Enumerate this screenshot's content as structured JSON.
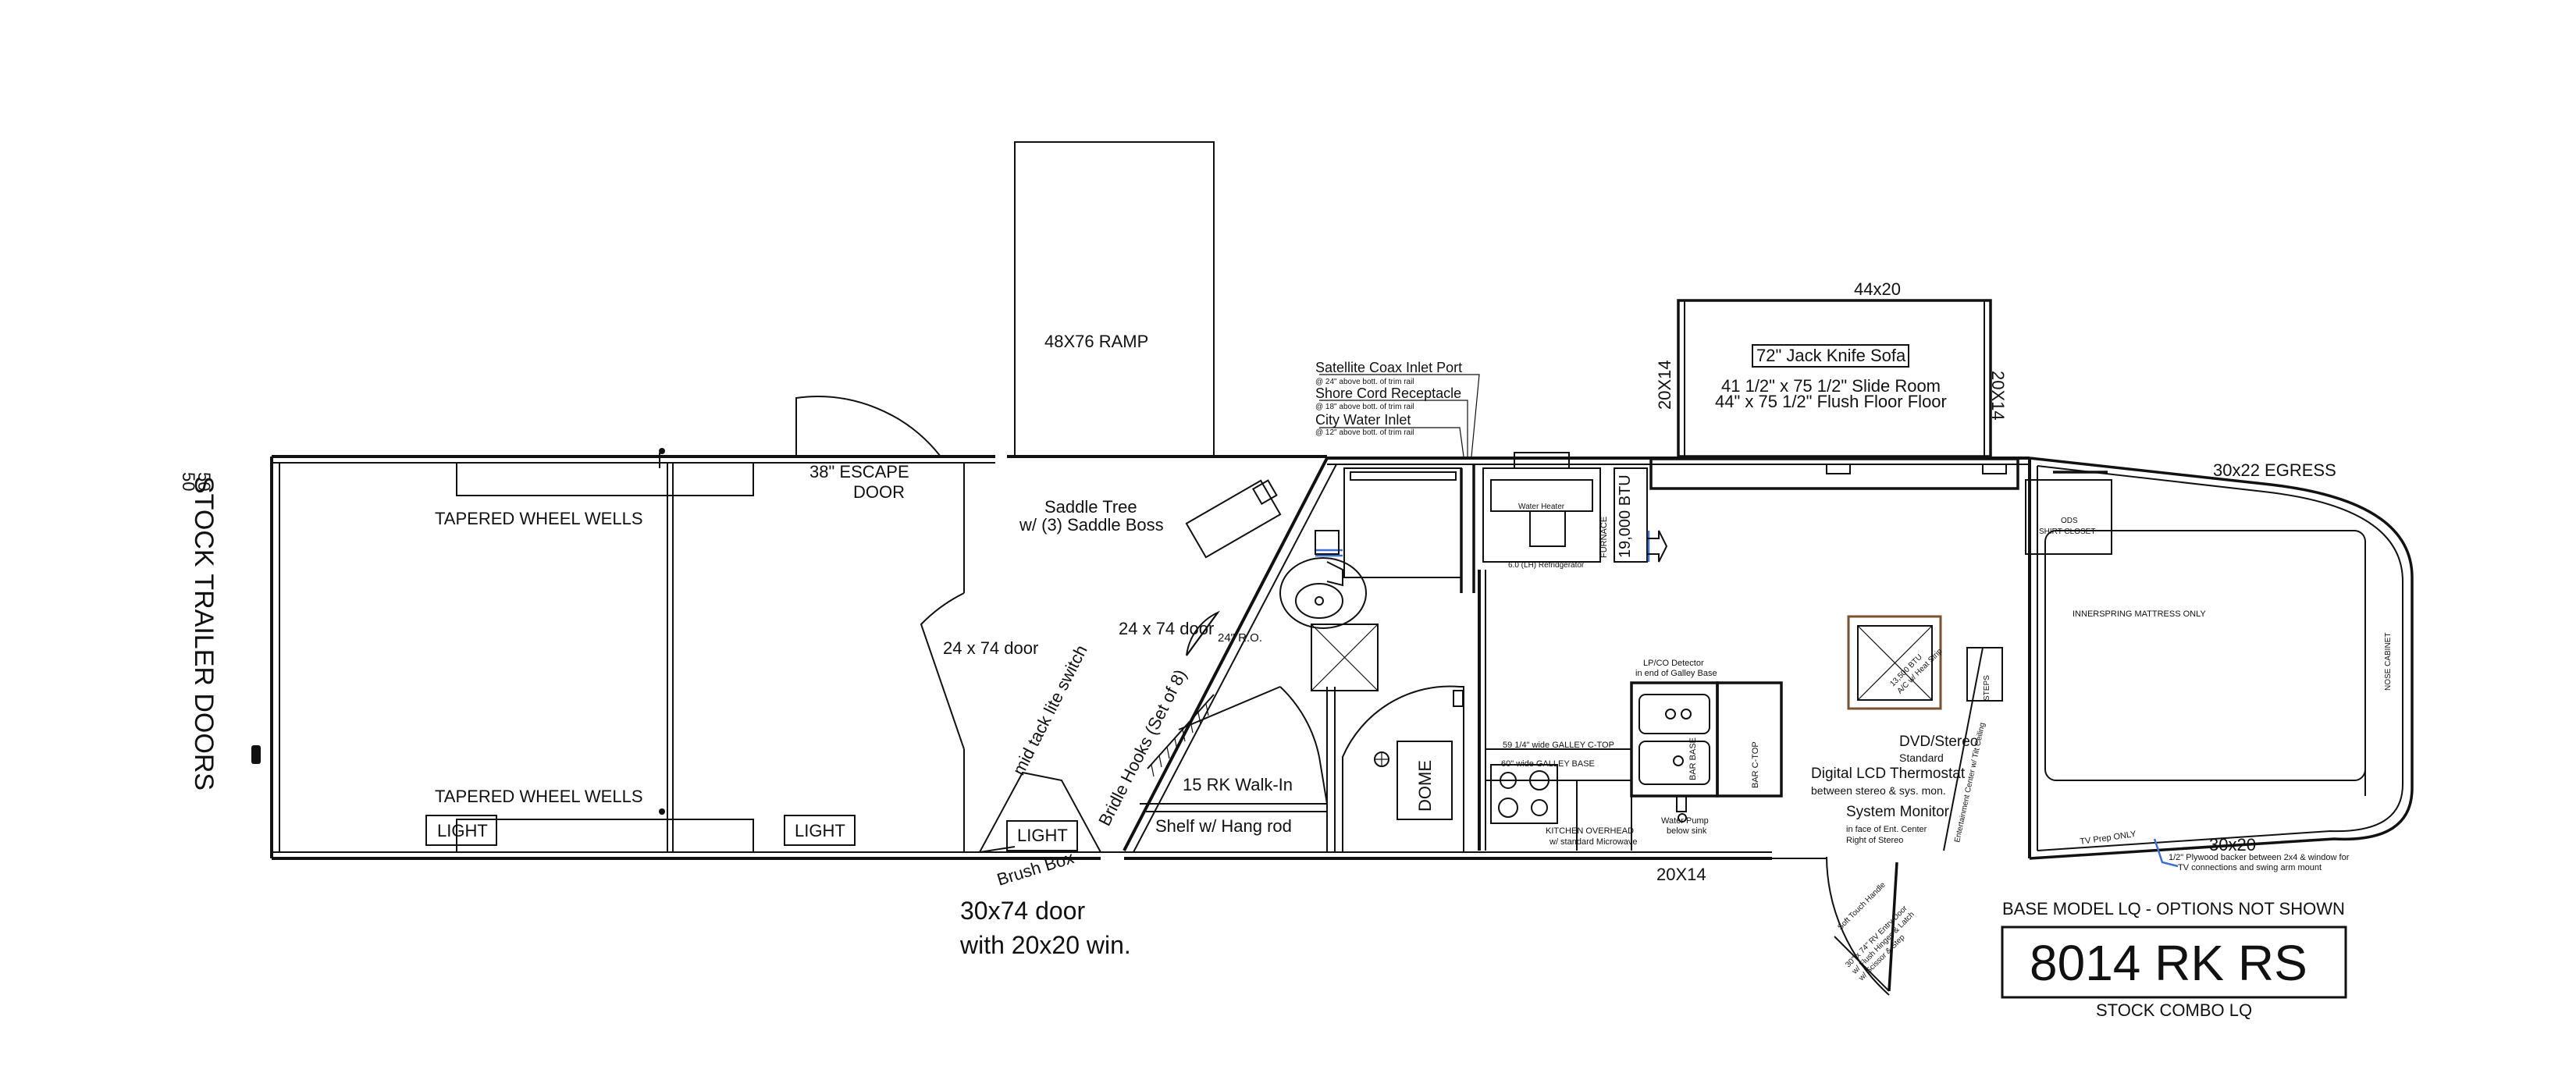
{
  "labels": {
    "stock_trailer_doors": "STOCK TRAILER DOORS",
    "fraction_top": "50",
    "fraction_bottom": "50",
    "tapered_wells_top": "TAPERED WHEEL WELLS",
    "tapered_wells_bottom": "TAPERED WHEEL WELLS",
    "light1": "LIGHT",
    "light2": "LIGHT",
    "light3": "LIGHT",
    "escape_door_1": "38\" ESCAPE",
    "escape_door_2": "DOOR",
    "ramp": "48X76 RAMP",
    "saddle_1": "Saddle Tree",
    "saddle_2": "w/ (3) Saddle Boss",
    "door_24x74_a": "24 x 74 door",
    "door_24x74_b": "24 x 74 door",
    "ro_24": "24\" R.O.",
    "mid_tack": "mid tack lite switch",
    "bridle": "Bridle Hooks (Set of 8)",
    "brush_box": "Brush Box",
    "door_30x74_1": "30x74 door",
    "door_30x74_2": "with 20x20 win.",
    "walkin": "15 RK Walk-In",
    "shelf": "Shelf w/ Hang rod",
    "dome": "DOME",
    "satellite": "Satellite Coax Inlet Port",
    "satellite_sub": "@ 24\" above bott. of trim rail",
    "shore": "Shore Cord Receptacle",
    "shore_sub": "@ 18\" above bott. of trim rail",
    "city": "City Water Inlet",
    "city_sub": "@ 12\" above bott. of trim rail",
    "slide_44x20": "44x20",
    "slide_20x14_l": "20X14",
    "slide_20x14_r": "20X14",
    "sofa": "72\" Jack Knife Sofa",
    "slide_room": "41 1/2\" x 75 1/2\" Slide Room",
    "flush_floor": "44\" x 75 1/2\" Flush Floor Floor",
    "btu": "19,000 BTU",
    "furnace": "FURNACE",
    "fridge": "6.0 (LH) Refridgerator",
    "water_heater": "Water Heater",
    "lp_detector_1": "LP/CO Detector",
    "lp_detector_2": "in end of Galley Base",
    "galley_ctop": "59 1/4\" wide GALLEY C-TOP",
    "galley_base": "60\" wide GALLEY BASE",
    "bar_ctop": "BAR C-TOP",
    "bar_base": "BAR BASE",
    "kitchen_overhead_1": "KITCHEN OVERHEAD",
    "kitchen_overhead_2": "w/ standard Microwave",
    "water_pump_1": "Water Pump",
    "water_pump_2": "below sink",
    "dim_20x14_bottom": "20X14",
    "egress": "30x22 EGRESS",
    "ods": "ODS",
    "shirt_closet": "SHIRT CLOSET",
    "mattress": "INNERSPRING MATTRESS ONLY",
    "nose_cabinet": "NOSE CABINET",
    "steps": "STEPS",
    "ac_1": "13,500 BTU",
    "ac_2": "A/C w/ Heat Strip",
    "dvd": "DVD/Stereo",
    "dvd_sub": "Standard",
    "thermostat": "Digital LCD Thermostat",
    "thermostat_sub": "between stereo & sys. mon.",
    "sys_monitor": "System Monitor",
    "sys_monitor_sub1": "in face of Ent. Center",
    "sys_monitor_sub2": "Right of Stereo",
    "ent_center": "Entertainment Center w/ Tilt Ceiling",
    "tv_prep": "TV Prep ONLY",
    "dim_30x20": "30x20",
    "plywood_1": "1/2\" Plywood backer between 2x4 & window for",
    "plywood_2": "TV connections and swing arm mount",
    "soft_touch": "Soft Touch Handle",
    "rv_door_1": "30\" x 74\" RV Entry Door",
    "rv_door_2": "w/ Flush Hinges & Latch",
    "rv_door_3": "w/ Scissor & Step",
    "base_model": "BASE MODEL LQ - OPTIONS NOT SHOWN",
    "model_number": "8014 RK RS",
    "stock_combo": "STOCK COMBO LQ"
  }
}
